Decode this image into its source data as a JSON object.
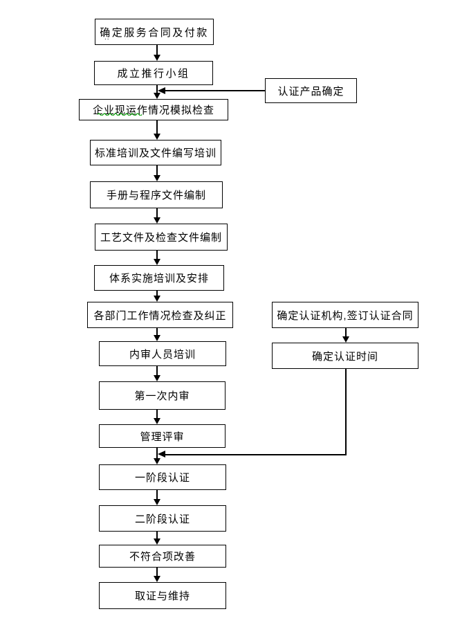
{
  "diagram": {
    "type": "flowchart",
    "background_color": "#ffffff",
    "line_color": "#000000",
    "text_color": "#000000",
    "grammar_squiggle_color": "#00a000",
    "main_flow": [
      {
        "id": "m1",
        "label": "确定服务合同及付款"
      },
      {
        "id": "m2",
        "label": "成立推行小组"
      },
      {
        "id": "m3",
        "label": "企业现运作情况模拟检查"
      },
      {
        "id": "m4",
        "label": "标准培训及文件编写培训"
      },
      {
        "id": "m5",
        "label": "手册与程序文件编制"
      },
      {
        "id": "m6",
        "label": "工艺文件及检查文件编制"
      },
      {
        "id": "m7",
        "label": "体系实施培训及安排"
      },
      {
        "id": "m8",
        "label": "各部门工作情况检查及纠正"
      },
      {
        "id": "m9",
        "label": "内审人员培训"
      },
      {
        "id": "m10",
        "label": "第一次内审"
      },
      {
        "id": "m11",
        "label": "管理评审"
      },
      {
        "id": "m12",
        "label": "一阶段认证"
      },
      {
        "id": "m13",
        "label": "二阶段认证"
      },
      {
        "id": "m14",
        "label": "不符合项改善"
      },
      {
        "id": "m15",
        "label": "取证与维持"
      }
    ],
    "side_flow": [
      {
        "id": "s1",
        "label": "认证产品确定"
      },
      {
        "id": "s2",
        "label": "确定认证机构,签订认证合同"
      },
      {
        "id": "s3",
        "label": "确定认证时间"
      }
    ],
    "connections": [
      {
        "from": "m1",
        "to": "m2"
      },
      {
        "from": "m2",
        "to": "m3"
      },
      {
        "from": "m3",
        "to": "m4"
      },
      {
        "from": "m4",
        "to": "m5"
      },
      {
        "from": "m5",
        "to": "m6"
      },
      {
        "from": "m6",
        "to": "m7"
      },
      {
        "from": "m7",
        "to": "m8"
      },
      {
        "from": "m8",
        "to": "m9"
      },
      {
        "from": "m9",
        "to": "m10"
      },
      {
        "from": "m10",
        "to": "m11"
      },
      {
        "from": "m11",
        "to": "m12"
      },
      {
        "from": "m12",
        "to": "m13"
      },
      {
        "from": "m13",
        "to": "m14"
      },
      {
        "from": "m14",
        "to": "m15"
      },
      {
        "from": "s1",
        "to": "m3",
        "note": "horizontal arrow merging into the m2→m3 connector"
      },
      {
        "from": "s2",
        "to": "s3"
      },
      {
        "from": "s3",
        "to": "m12",
        "note": "down-then-left arrow merging into the m11→m12 connector"
      }
    ],
    "marks": {
      "typo_dots": "..",
      "grammar_underline_chars": "业现运作"
    }
  }
}
